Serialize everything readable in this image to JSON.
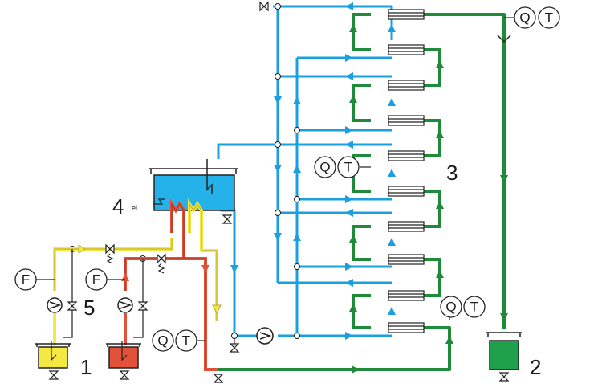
{
  "labels": {
    "n1": "1",
    "n2": "2",
    "n3": "3",
    "n4": "4",
    "n5": "5",
    "el": "el."
  },
  "instruments": {
    "q": "Q",
    "t": "T",
    "f": "F"
  },
  "colors": {
    "water": "#1a9fe0",
    "hot": "#e2523a",
    "hot_dark": "#a8301f",
    "yellow": "#f4e842",
    "yellow_dark": "#b9a830",
    "green": "#1e8a3a",
    "tank_water": "#25b2ea",
    "product_tank": "#1fa04a",
    "line": "#222222"
  }
}
